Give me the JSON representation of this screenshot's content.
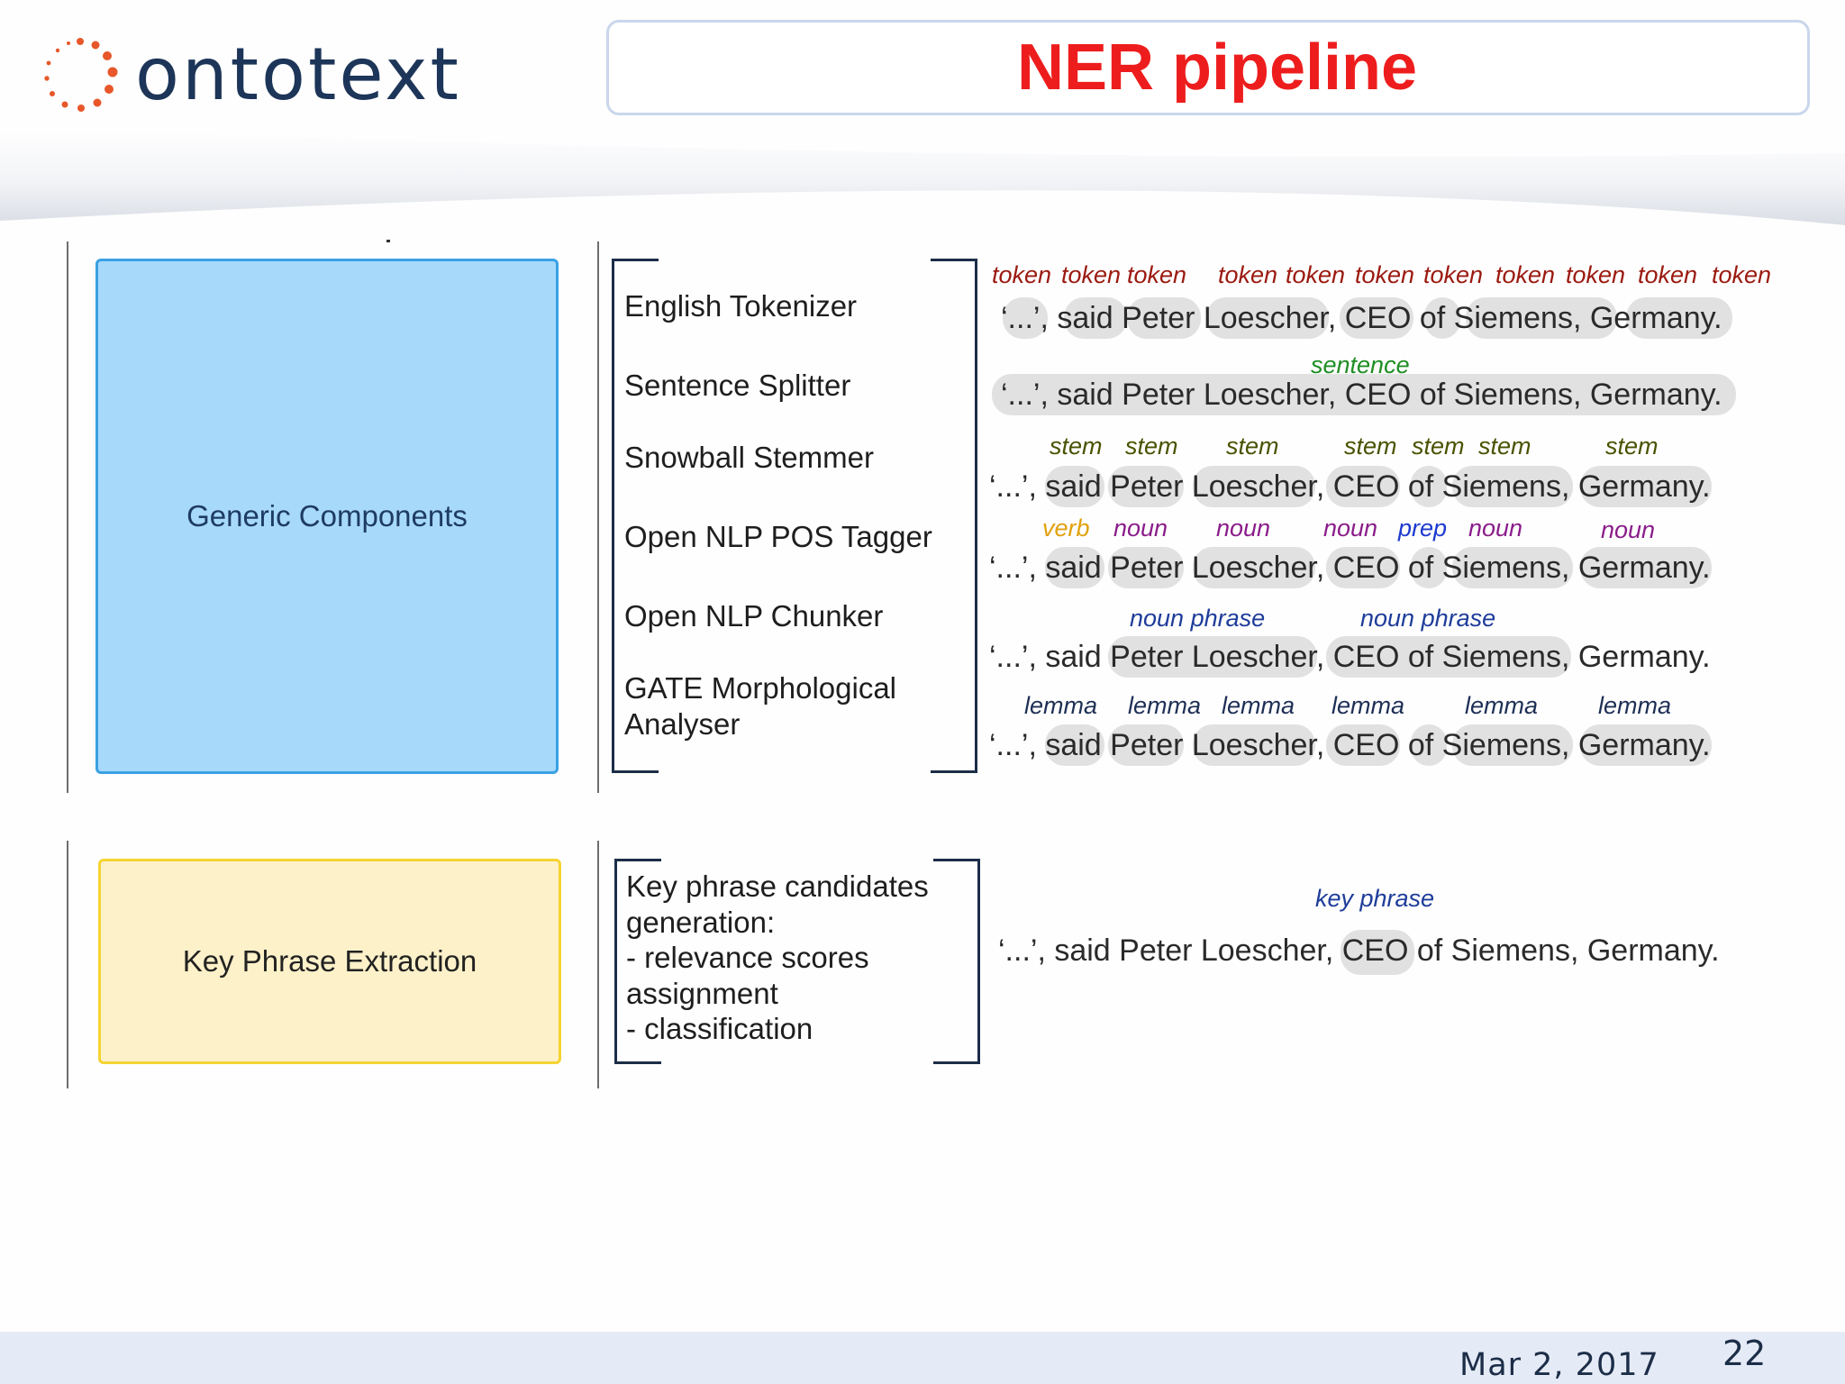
{
  "header": {
    "logo_text": "ontotext",
    "title": "NER pipeline"
  },
  "components": {
    "generic": "Generic Components",
    "key_phrase": "Key Phrase Extraction"
  },
  "steps": [
    "English Tokenizer",
    "Sentence Splitter",
    "Snowball Stemmer",
    "Open NLP POS Tagger",
    "Open NLP Chunker",
    "GATE Morphological",
    "Analyser"
  ],
  "key_phrase_steps": [
    "Key phrase candidates",
    "generation:",
    "- relevance scores",
    "assignment",
    "- classification"
  ],
  "sentence": "‘...’, said Peter Loescher, CEO of Siemens, Germany.",
  "tags": {
    "token": "token",
    "sentence": "sentence",
    "stem": "stem",
    "verb": "verb",
    "noun": "noun",
    "prep": "prep",
    "noun_phrase": "noun phrase",
    "lemma": "lemma",
    "key_phrase": "key phrase"
  },
  "footer": {
    "date": "Mar 2, 2017",
    "page": "22"
  },
  "colors": {
    "title": "#ee1d1d",
    "logo_dots": "#e8572a",
    "logo_text": "#1c3558",
    "generic_fill": "#a7d9fb",
    "keyphrase_fill": "#fdf1c9"
  }
}
